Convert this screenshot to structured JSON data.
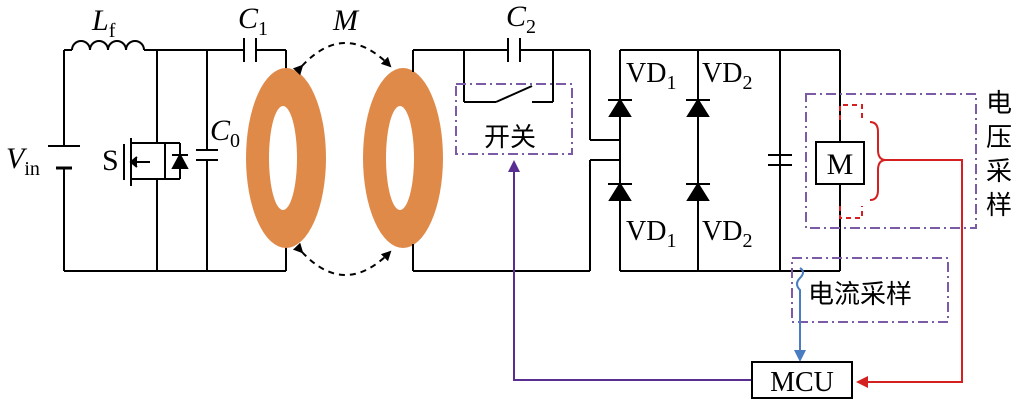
{
  "labels": {
    "vin": "V",
    "vin_sub": "in",
    "lf": "L",
    "lf_sub": "f",
    "c1": "C",
    "c1_sub": "1",
    "c0": "C",
    "c0_sub": "0",
    "c2": "C",
    "c2_sub": "2",
    "m_mutual": "M",
    "switch_s": "S",
    "switch_box": "开关",
    "vd1_top": "VD",
    "vd1_top_sub": "1",
    "vd2_top": "VD",
    "vd2_top_sub": "2",
    "vd1_bot": "VD",
    "vd1_bot_sub": "1",
    "vd2_bot": "VD",
    "vd2_bot_sub": "2",
    "motor": "M",
    "voltage_sampling": [
      "电",
      "压",
      "采",
      "样"
    ],
    "current_sampling": "电流采样",
    "mcu": "MCU"
  },
  "colors": {
    "coil": "#e08a4a",
    "dashdot_box": "#7b5aa6",
    "signal_purple": "#5a2d91",
    "signal_red": "#d42020",
    "signal_blue": "#4a7cc2"
  }
}
